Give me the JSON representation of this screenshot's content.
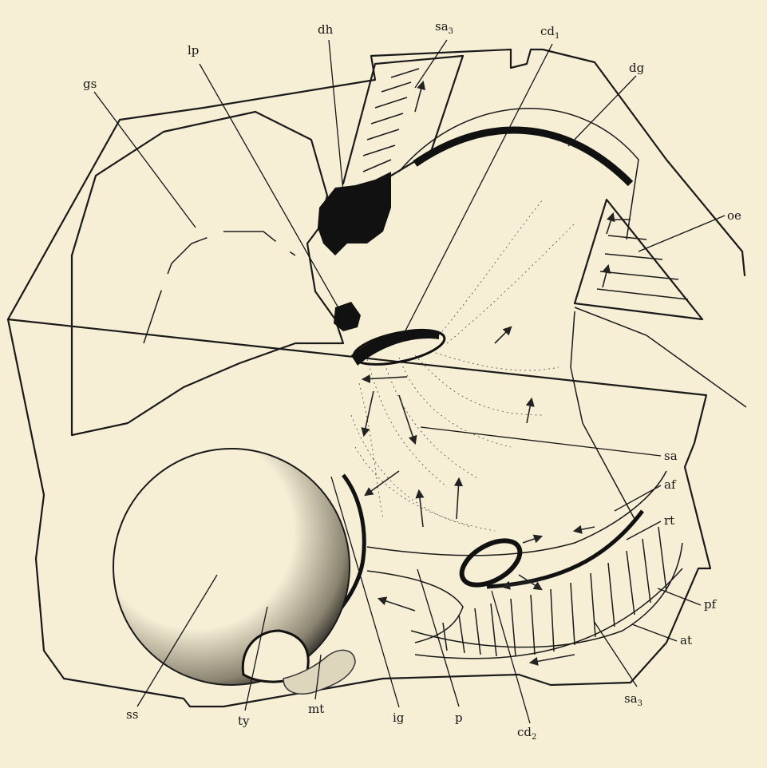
{
  "labels": {
    "lp": "lp",
    "dh": "dh",
    "sa3_top": {
      "base": "sa",
      "sub": "3"
    },
    "cd1": {
      "base": "cd",
      "sub": "1"
    },
    "dg": "dg",
    "gs": "gs",
    "oe": "oe",
    "sa": "sa",
    "af": "af",
    "rt": "rt",
    "pf": "pf",
    "at": "at",
    "sa3_bottom": {
      "base": "sa",
      "sub": "3"
    },
    "cd2": {
      "base": "cd",
      "sub": "2"
    },
    "p": "p",
    "ig": "ig",
    "mt": "mt",
    "ty": "ty",
    "ss": "ss"
  }
}
